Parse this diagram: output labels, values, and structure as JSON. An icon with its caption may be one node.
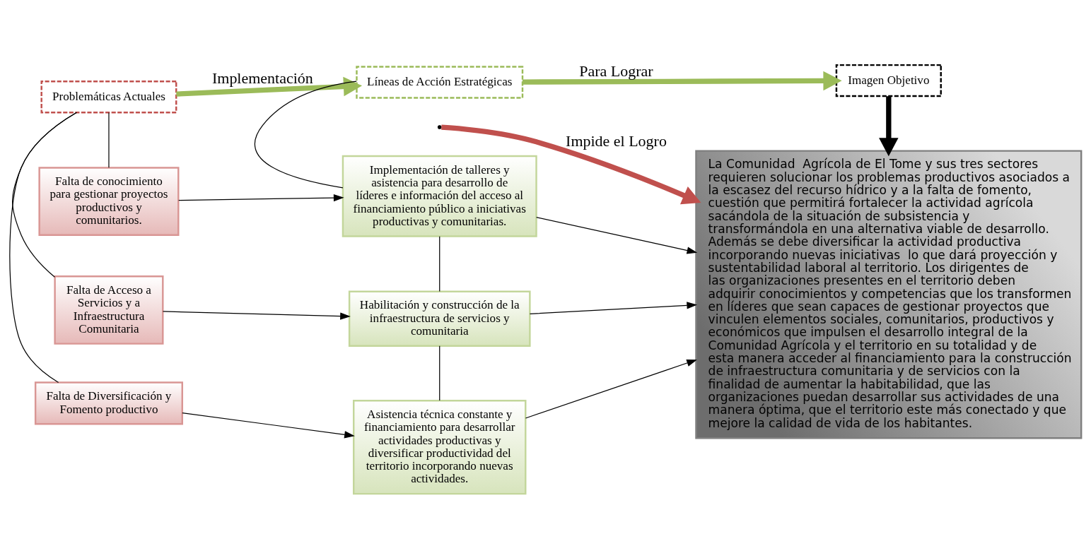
{
  "diagram": {
    "nodes": [
      {
        "text": [
          "Problemáticas Actuales"
        ]
      },
      {
        "text": [
          "Líneas de Acción Estratégicas"
        ]
      },
      {
        "text": [
          "Imagen Objetivo"
        ]
      },
      {
        "text": [
          "Falta de conocimiento para gestionar proyectos productivos y comunitarios."
        ]
      },
      {
        "text": [
          "Falta de Acceso a Servicios y a Infraestructura Comunitaria"
        ]
      },
      {
        "text": [
          "Falta de Diversificación y Fomento productivo"
        ]
      },
      {
        "text": [
          "Implementación de talleres y asistencia para desarrollo de líderes e información del acceso al financiamiento público a iniciativas productivas y comunitarias."
        ]
      },
      {
        "text": [
          "Habilitación y construcción de la infraestructura de servicios y comunitaria"
        ]
      },
      {
        "text": [
          "Asistencia técnica constante y financiamiento para desarrollar actividades productivas y diversificar productividad del territorio incorporando nuevas actividades."
        ]
      },
      {
        "text": [
          "La Comunidad  Agrícola de El Tome y sus tres sectores requieren solucionar los problemas productivos asociados a la escasez del recurso hídrico y a la falta de fomento, cuestión que permitirá fortalecer la actividad agrícola sacándola de la situación de subsistencia y transformándola en una alternativa viable de desarrollo. Además se debe diversificar la actividad productiva incorporando nuevas iniciativas  lo que dará proyección y sustentabilidad laboral al territorio. Los dirigentes de las organizaciones presentes en el territorio deben adquirir conocimientos y competencias que los transformen en líderes que sean capaces de gestionar proyectos que vinculen elementos sociales, comunitarios, productivos y económicos que impulsen el desarrollo integral de la Comunidad Agrícola y el territorio en su totalidad y de esta manera acceder al financiamiento para la construcción de infraestructura comunitaria y de servicios con la finalidad de aumentar la habitabilidad, que las organizaciones puedan desarrollar sus actividades de una manera óptima, que el territorio este más conectado y que mejore la calidad de vida de los habitantes."
        ]
      }
    ],
    "edges": [
      {
        "from": 0,
        "to": 1,
        "arrow": "to",
        "label": "Implementación",
        "style": "thick",
        "color": "#9bbb59"
      },
      {
        "from": 1,
        "to": 2,
        "arrow": "to",
        "label": "Para Lograr",
        "style": "thick",
        "color": "#9bbb59"
      },
      {
        "from": 0,
        "to": 3,
        "arrow": "none"
      },
      {
        "from": 0,
        "to": 4,
        "arrow": "none"
      },
      {
        "from": 0,
        "to": 5,
        "arrow": "none"
      },
      {
        "from": 1,
        "to": 6,
        "arrow": "none"
      },
      {
        "from": 6,
        "to": 7,
        "arrow": "none"
      },
      {
        "from": 7,
        "to": 8,
        "arrow": "none"
      },
      {
        "from": 3,
        "to": 6,
        "arrow": "to"
      },
      {
        "from": 4,
        "to": 7,
        "arrow": "to"
      },
      {
        "from": 5,
        "to": 8,
        "arrow": "to"
      },
      {
        "from": 6,
        "to": 9,
        "arrow": "to"
      },
      {
        "from": 7,
        "to": 9,
        "arrow": "to"
      },
      {
        "from": 8,
        "to": 9,
        "arrow": "to"
      },
      {
        "from": 2,
        "to": 9,
        "arrow": "to",
        "style": "thick"
      },
      {
        "from": null,
        "to": 9,
        "arrow": "to",
        "label": "Impide el Logro",
        "style": "thick",
        "color": "#c0504d"
      }
    ]
  }
}
